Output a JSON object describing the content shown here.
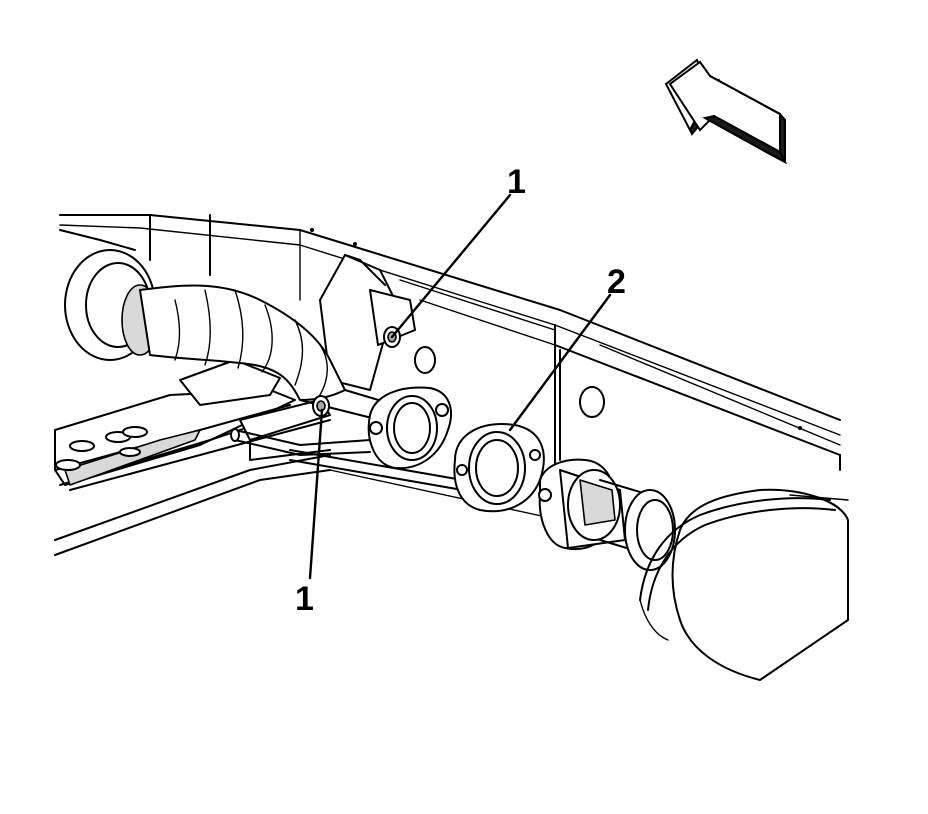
{
  "diagram": {
    "callouts": [
      {
        "id": "callout-1-top",
        "text": "1"
      },
      {
        "id": "callout-2",
        "text": "2"
      },
      {
        "id": "callout-1-bottom",
        "text": "1"
      }
    ],
    "parts": [
      {
        "id": "nut",
        "callout": "1"
      },
      {
        "id": "gasket",
        "callout": "2"
      }
    ],
    "direction_arrow": "front-of-vehicle-arrow"
  }
}
